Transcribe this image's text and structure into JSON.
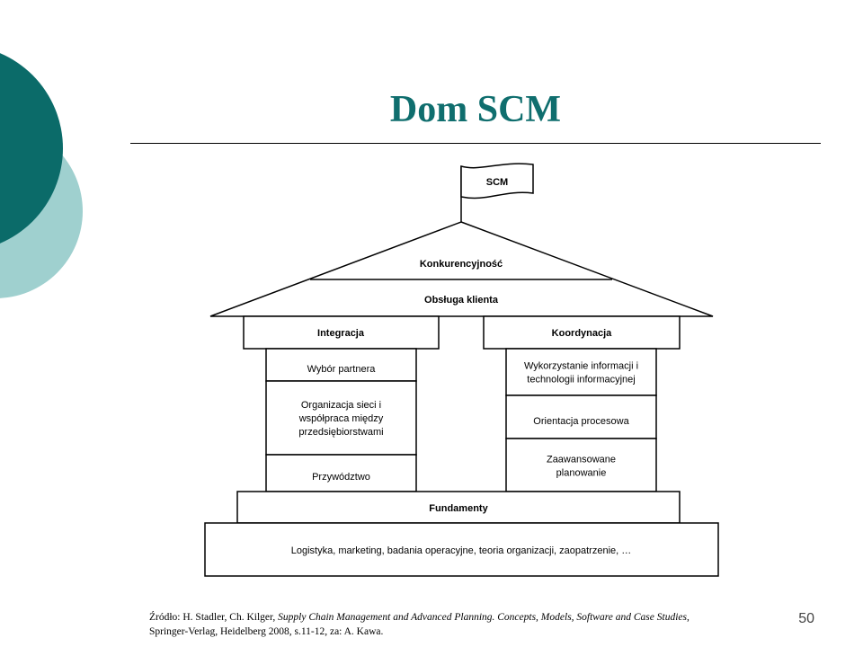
{
  "slide": {
    "title": "Dom SCM",
    "page_number": "50"
  },
  "colors": {
    "title": "#0f6e6e",
    "circle_dark": "#0b6b69",
    "circle_light": "#9fd0cf"
  },
  "house": {
    "flag": "SCM",
    "roof_top": "Konkurencyjność",
    "roof_bottom": "Obsługa klienta",
    "left_pillar": {
      "header": "Integracja",
      "items": [
        "Wybór partnera",
        "Organizacja sieci i|współpraca między|przedsiębiorstwami",
        "Przywództwo"
      ]
    },
    "right_pillar": {
      "header": "Koordynacja",
      "items": [
        "Wykorzystanie informacji i|technologii informacyjnej",
        "Orientacja procesowa",
        "Zaawansowane|planowanie"
      ]
    },
    "foundation": "Fundamenty",
    "base": "Logistyka, marketing, badania operacyjne, teoria organizacji, zaopatrzenie, …"
  },
  "source": {
    "prefix": "Źródło: H. Stadler, Ch. Kilger, ",
    "book": "Supply Chain Management and Advanced Planning. Concepts, Models, Software and Case Studies",
    "suffix": ", Springer-Verlag,  Heidelberg 2008, s.11-12, za: A. Kawa."
  }
}
